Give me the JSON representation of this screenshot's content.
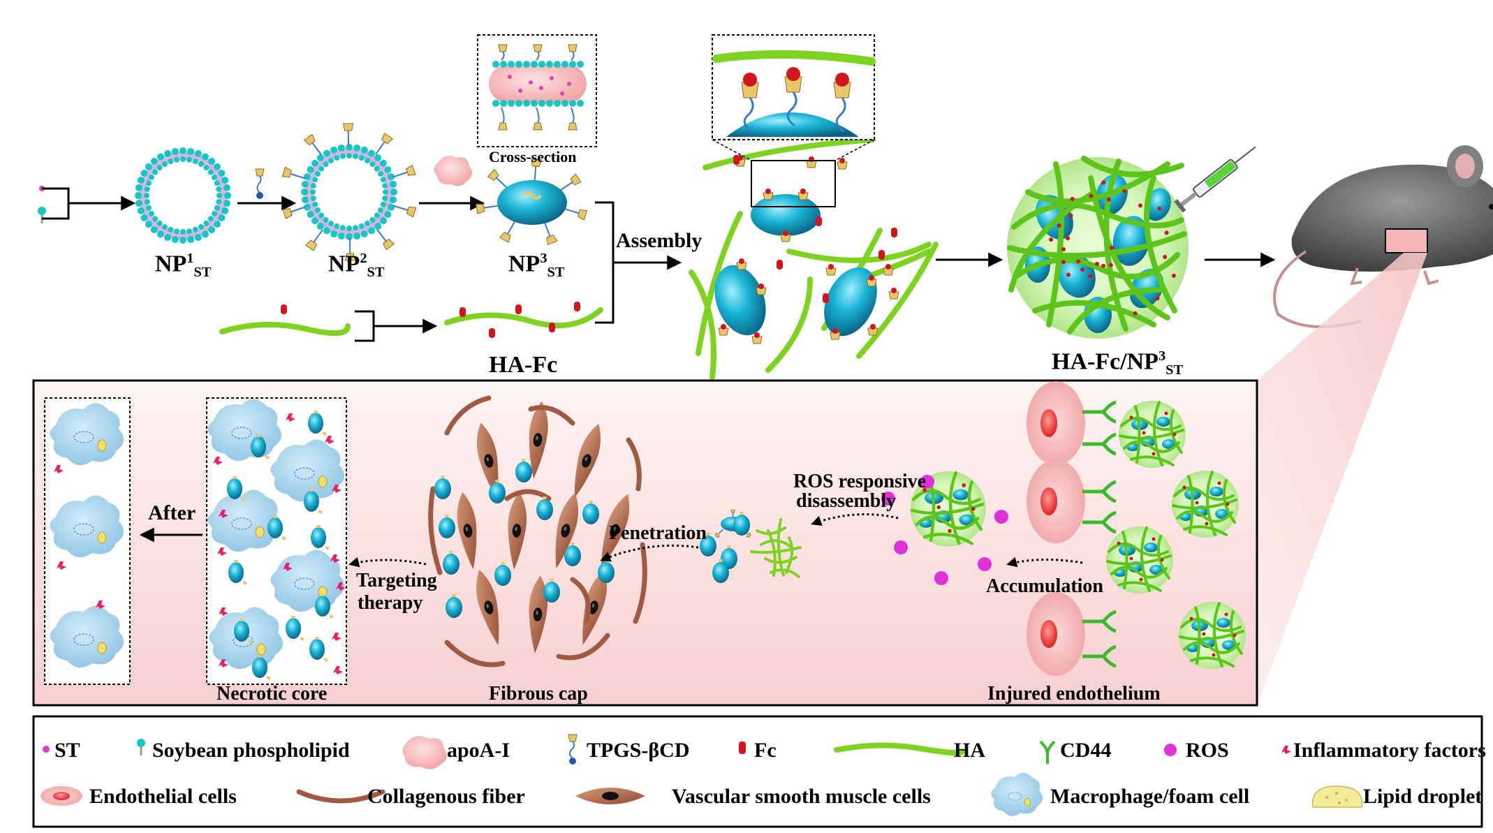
{
  "top": {
    "np1": {
      "main": "NP",
      "sup": "1",
      "sub": "ST"
    },
    "np2": {
      "main": "NP",
      "sup": "2",
      "sub": "ST"
    },
    "np3": {
      "main": "NP",
      "sup": "3",
      "sub": "ST"
    },
    "cross_section": "Cross-section",
    "assembly": "Assembly",
    "hafc": "HA-Fc",
    "complex": {
      "main": "HA-Fc/NP",
      "sup": "3",
      "sub": "ST"
    }
  },
  "lesion": {
    "after": "After",
    "necrotic_core": "Necrotic core",
    "targeting": [
      "Targeting",
      "therapy"
    ],
    "fibrous_cap": "Fibrous cap",
    "penetration": "Penetration",
    "ros_disassembly": [
      "ROS responsive",
      "disassembly"
    ],
    "accumulation": "Accumulation",
    "injured_endothelium": "Injured endothelium"
  },
  "legend": {
    "row1": [
      {
        "icon": "st-icon",
        "label": "ST"
      },
      {
        "icon": "soybean-phospholipid-icon",
        "label": "Soybean phospholipid"
      },
      {
        "icon": "apoa1-icon",
        "label": "apoA-I"
      },
      {
        "icon": "tpgs-bcd-icon",
        "label": "TPGS-βCD"
      },
      {
        "icon": "fc-icon",
        "label": "Fc"
      },
      {
        "icon": "ha-icon",
        "label": "HA"
      },
      {
        "icon": "cd44-icon",
        "label": "CD44"
      },
      {
        "icon": "ros-icon",
        "label": "ROS"
      },
      {
        "icon": "inflammatory-factor-icon",
        "label": "Inflammatory factors"
      }
    ],
    "row2": [
      {
        "icon": "endothelial-cell-icon",
        "label": "Endothelial cells"
      },
      {
        "icon": "collagenous-fiber-icon",
        "label": "Collagenous fiber"
      },
      {
        "icon": "vsmc-icon",
        "label": "Vascular smooth muscle cells"
      },
      {
        "icon": "macrophage-icon",
        "label": "Macrophage/foam cell"
      },
      {
        "icon": "lipid-droplet-icon",
        "label": "Lipid droplet"
      }
    ]
  },
  "colors": {
    "ha_green": "#7ed321",
    "nanoparticle_cyan": "#19a9c8",
    "phospholipid_head": "#16c6c6",
    "st_pink": "#e040c0",
    "fc_red": "#d0161c",
    "ros_magenta": "#e030d8",
    "lesion_bg": "#fbe0e0",
    "macrophage_blue": "#a8d4ec",
    "cell_brown": "#a05a40",
    "endothelial_pink": "#f0a0a0"
  }
}
